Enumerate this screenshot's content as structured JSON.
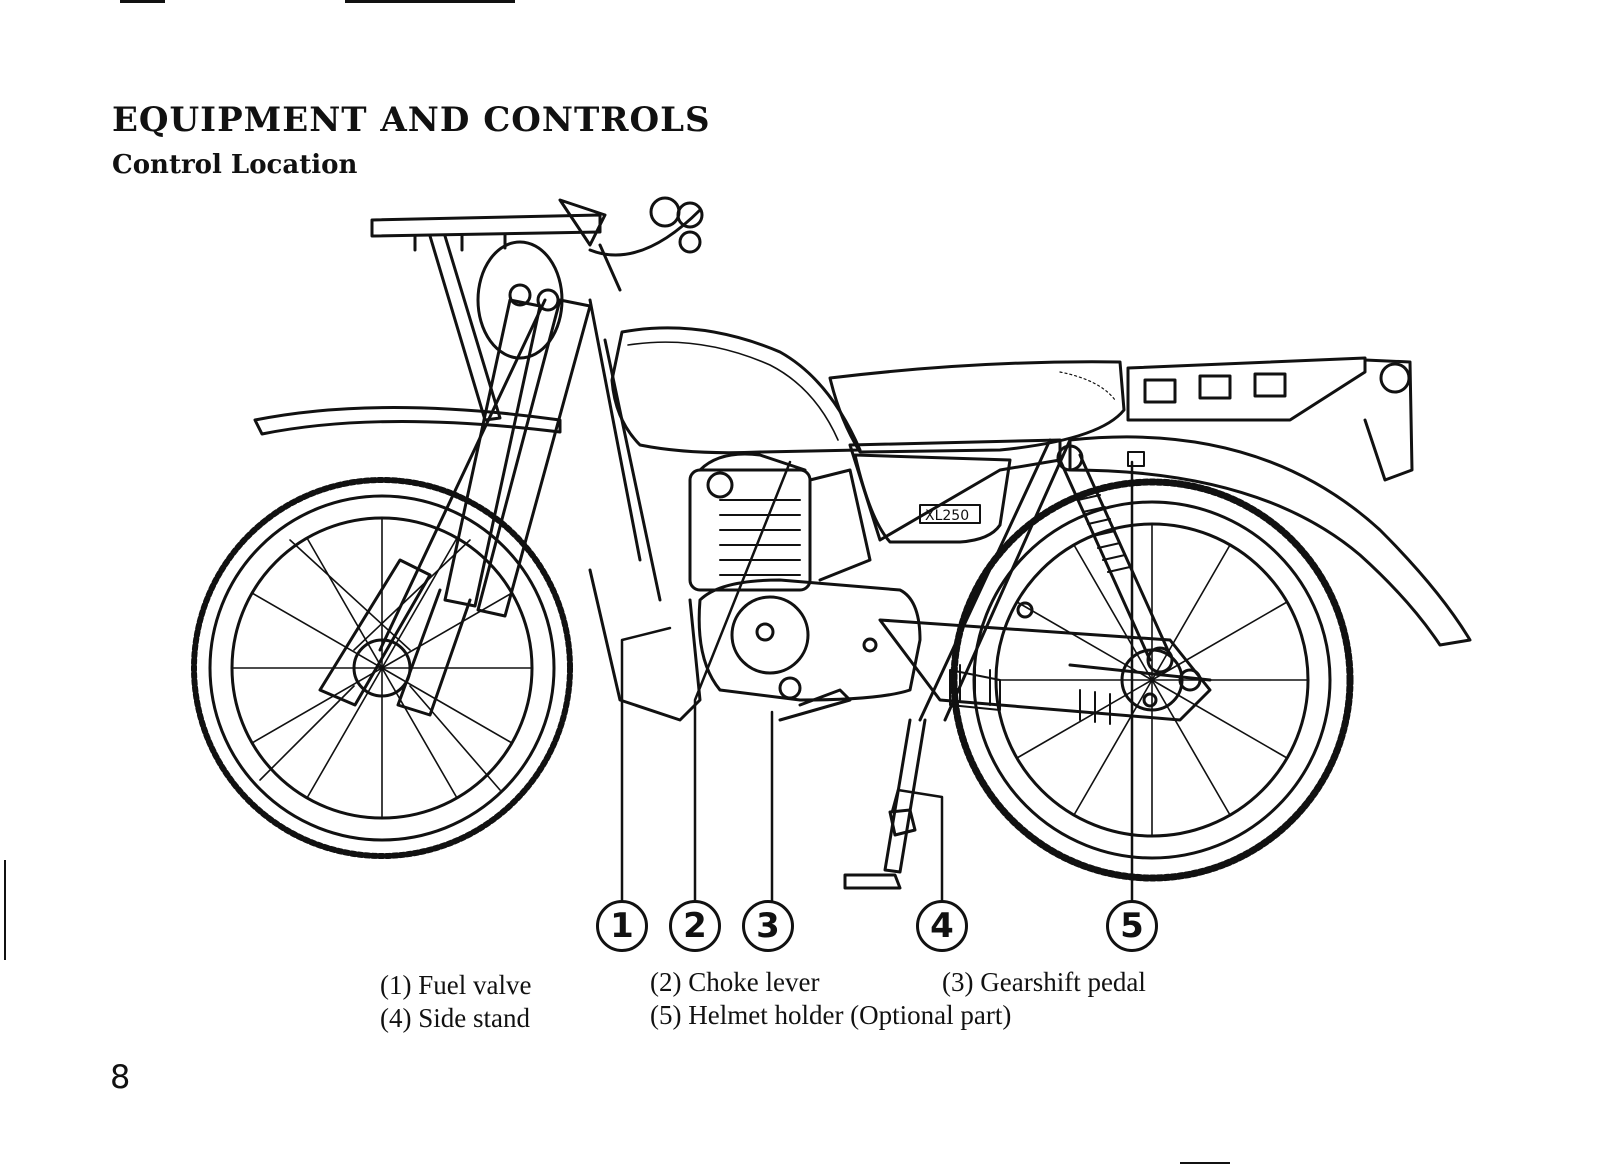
{
  "header": {
    "title": "EQUIPMENT AND CONTROLS",
    "subtitle": "Control Location"
  },
  "callouts": [
    "1",
    "2",
    "3",
    "4",
    "5"
  ],
  "legend": {
    "item1": "(1) Fuel valve",
    "item2": "(2) Choke lever",
    "item3": "(3) Gearshift pedal",
    "item4": "(4) Side stand",
    "item5": "(5) Helmet holder (Optional part)"
  },
  "page_number": "8",
  "icons": {
    "illustration": "motorcycle-line-drawing-icon"
  }
}
